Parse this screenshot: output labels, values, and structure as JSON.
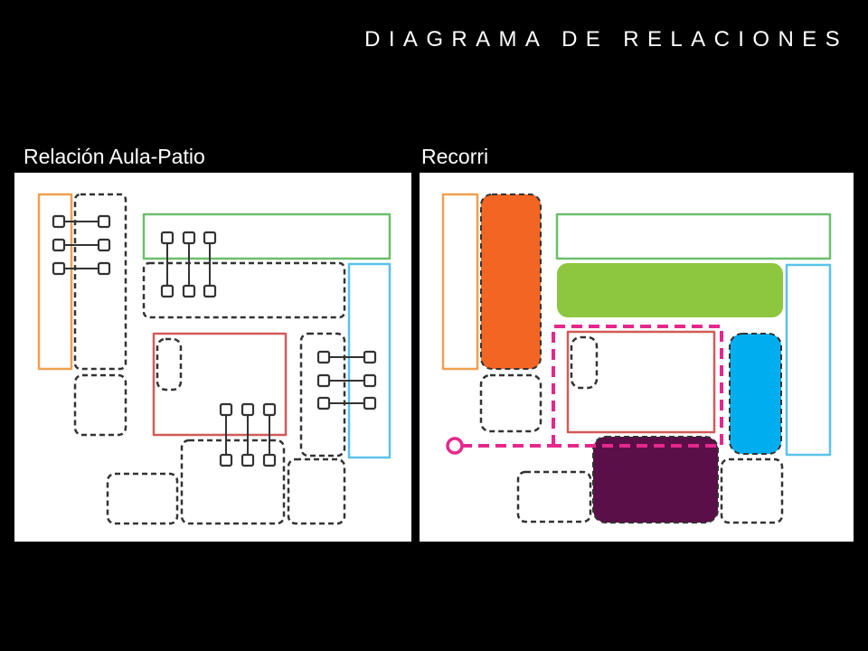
{
  "header": {
    "title": "DIAGRAMA DE RELACIONES"
  },
  "panels": [
    {
      "caption": "Relación Aula-Patio"
    },
    {
      "caption": "Recorri"
    }
  ],
  "colors": {
    "background": "#000000",
    "panel_background": "#ffffff",
    "text": "#ffffff",
    "orange_outline": "#f0a050",
    "green_outline": "#6cbf6c",
    "blue_outline": "#5bc2ea",
    "red_outline": "#d25a5a",
    "dashed_outline": "#333333",
    "orange_fill": "#f26522",
    "lime_fill": "#8dc63f",
    "cyan_fill": "#00aeef",
    "purple_fill": "#5a0f48",
    "magenta_path": "#e5288c"
  }
}
